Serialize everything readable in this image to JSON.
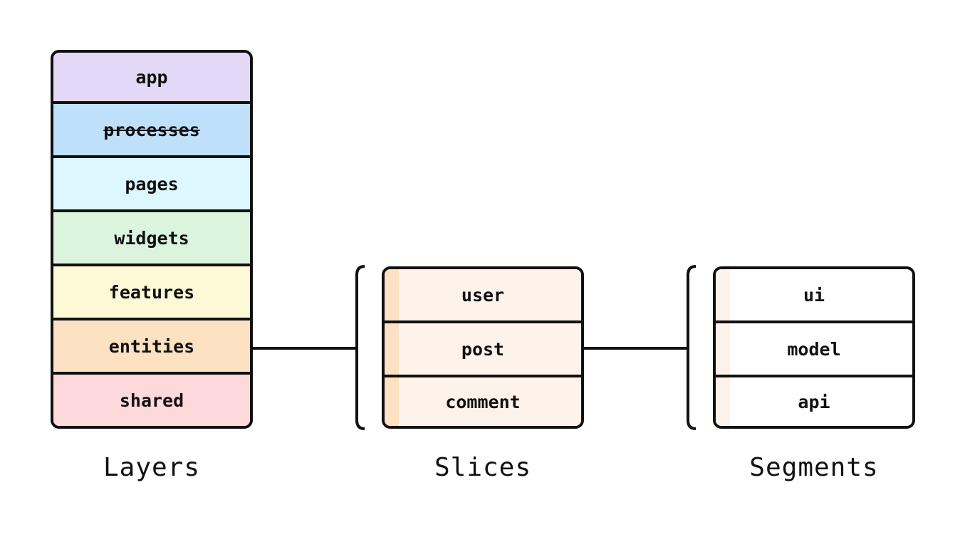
{
  "layers": {
    "caption": "Layers",
    "items": [
      {
        "label": "app",
        "color": "#e3d8f6",
        "struck": false
      },
      {
        "label": "processes",
        "color": "#bee0fb",
        "struck": true
      },
      {
        "label": "pages",
        "color": "#dcf7fd",
        "struck": false
      },
      {
        "label": "widgets",
        "color": "#dbf4dd",
        "struck": false
      },
      {
        "label": "features",
        "color": "#fdf8d6",
        "struck": false
      },
      {
        "label": "entities",
        "color": "#fce1c2",
        "struck": false
      },
      {
        "label": "shared",
        "color": "#fed9dc",
        "struck": false
      }
    ]
  },
  "slices": {
    "caption": "Slices",
    "cell_color": "#fdf3ea",
    "stripe_color": "#fce1c2",
    "items": [
      "user",
      "post",
      "comment"
    ]
  },
  "segments": {
    "caption": "Segments",
    "cell_color": "#ffffff",
    "stripe_color": "#fdf3ea",
    "items": [
      "ui",
      "model",
      "api"
    ]
  }
}
